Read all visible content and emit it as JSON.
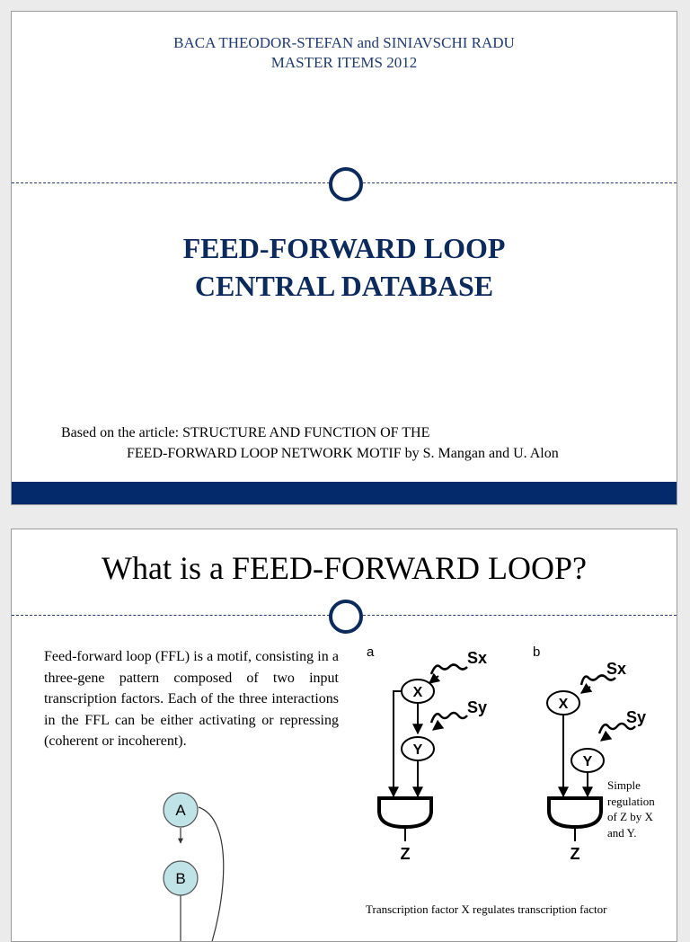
{
  "slide1": {
    "authors": "BACA THEODOR-STEFAN and SINIAVSCHI RADU",
    "subtitle": "MASTER ITEMS 2012",
    "title_line1": "FEED-FORWARD LOOP",
    "title_line2": "CENTRAL DATABASE",
    "based_on_line1": "Based on the article: STRUCTURE AND FUNCTION OF THE",
    "based_on_line2": "FEED-FORWARD LOOP NETWORK MOTIF by S. Mangan and U. Alon"
  },
  "slide2": {
    "title": "What is a FEED-FORWARD LOOP?",
    "description": "Feed-forward loop (FFL) is a motif, consisting in a three-gene pattern composed of two input transcription factors. Each of the three interactions in the FFL can be either activating or repressing (coherent or incoherent).",
    "abc_diagram": {
      "node_a": "A",
      "node_b": "B"
    },
    "diagram_a": {
      "panel": "a",
      "signal_x": "Sx",
      "signal_y": "Sy",
      "node_x": "X",
      "node_y": "Y",
      "output": "Z"
    },
    "diagram_b": {
      "panel": "b",
      "signal_x": "Sx",
      "signal_y": "Sy",
      "node_x": "X",
      "node_y": "Y",
      "output": "Z"
    },
    "caption_b_lines": [
      "Simple",
      "regulation",
      "of Z by X",
      "and Y."
    ],
    "caption_bottom": "Transcription factor X regulates transcription factor"
  },
  "colors": {
    "navy": "#0d2a5c",
    "bar": "#042a6b",
    "node_fill": "#bfe3e6"
  }
}
